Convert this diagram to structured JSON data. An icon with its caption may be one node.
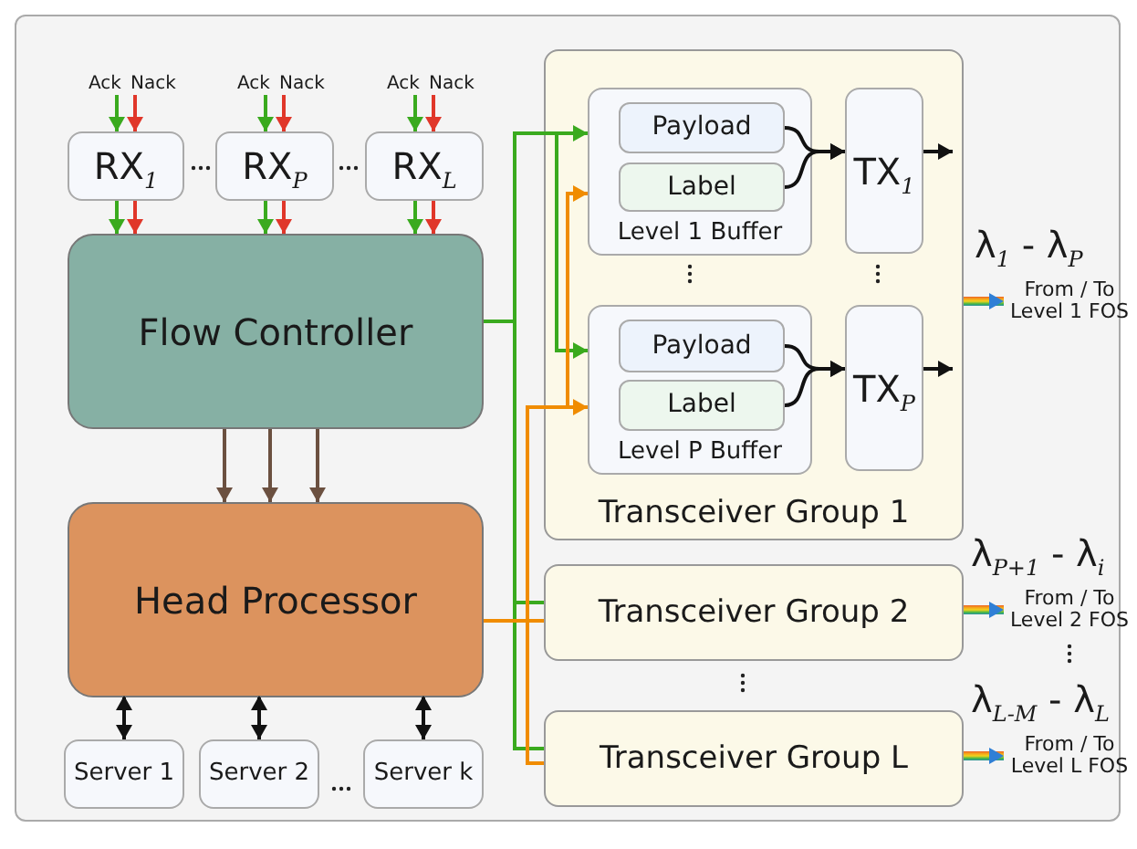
{
  "diagram": {
    "nodes": [
      {
        "text": [
          "RX$_{1}$"
        ]
      },
      {
        "text": [
          "RX$_{P}$"
        ]
      },
      {
        "text": [
          "RX$_{L}$"
        ]
      },
      {
        "text": [
          "Flow Controller"
        ]
      },
      {
        "text": [
          "Head Processor"
        ]
      },
      {
        "text": [
          "Server 1"
        ]
      },
      {
        "text": [
          "Server 2"
        ]
      },
      {
        "text": [
          "Server k"
        ]
      },
      {
        "text": [
          "Transceiver Group 1"
        ]
      },
      {
        "text": [
          "Level 1 Buffer"
        ],
        "in": 8
      },
      {
        "text": [
          "Payload"
        ],
        "in": 9
      },
      {
        "text": [
          "Label"
        ],
        "in": 9
      },
      {
        "text": [
          "Level P Buffer"
        ],
        "in": 8
      },
      {
        "text": [
          "Payload"
        ],
        "in": 12
      },
      {
        "text": [
          "Label"
        ],
        "in": 12
      },
      {
        "text": [
          "TX$_{1}$"
        ],
        "in": 8
      },
      {
        "text": [
          "TX$_{P}$"
        ],
        "in": 8
      },
      {
        "text": [
          "Transceiver Group 2"
        ]
      },
      {
        "text": [
          "Transceiver Group L"
        ]
      },
      {
        "text": [
          "Ack"
        ]
      },
      {
        "text": [
          "Nack"
        ]
      },
      {
        "text": [
          "Ack"
        ]
      },
      {
        "text": [
          "Nack"
        ]
      },
      {
        "text": [
          "Ack"
        ]
      },
      {
        "text": [
          "Nack"
        ]
      },
      {
        "text": [
          "From / To Level 1 FOS"
        ]
      },
      {
        "text": [
          "From / To Level 2 FOS"
        ]
      },
      {
        "text": [
          "From / To Level L FOS"
        ]
      }
    ],
    "edges": [
      {
        "from": 19,
        "to": 0,
        "arrow": "to",
        "color": "#3aaa1e"
      },
      {
        "from": 20,
        "to": 0,
        "arrow": "to",
        "color": "#e0372a"
      },
      {
        "from": 21,
        "to": 1,
        "arrow": "to",
        "color": "#3aaa1e"
      },
      {
        "from": 22,
        "to": 1,
        "arrow": "to",
        "color": "#e0372a"
      },
      {
        "from": 23,
        "to": 2,
        "arrow": "to",
        "color": "#3aaa1e"
      },
      {
        "from": 24,
        "to": 2,
        "arrow": "to",
        "color": "#e0372a"
      },
      {
        "from": 0,
        "to": 3,
        "arrow": "to",
        "color": "#3aaa1e"
      },
      {
        "from": 0,
        "to": 3,
        "arrow": "to",
        "color": "#e0372a"
      },
      {
        "from": 1,
        "to": 3,
        "arrow": "to",
        "color": "#3aaa1e"
      },
      {
        "from": 1,
        "to": 3,
        "arrow": "to",
        "color": "#e0372a"
      },
      {
        "from": 2,
        "to": 3,
        "arrow": "to",
        "color": "#3aaa1e"
      },
      {
        "from": 2,
        "to": 3,
        "arrow": "to",
        "color": "#e0372a"
      },
      {
        "from": 3,
        "to": 4,
        "arrow": "to",
        "color": "#6b5040"
      },
      {
        "from": 3,
        "to": 4,
        "arrow": "to",
        "color": "#6b5040"
      },
      {
        "from": 3,
        "to": 4,
        "arrow": "to",
        "color": "#6b5040"
      },
      {
        "from": 4,
        "to": 5,
        "arrow": "both",
        "color": "#111111"
      },
      {
        "from": 4,
        "to": 6,
        "arrow": "both",
        "color": "#111111"
      },
      {
        "from": 4,
        "to": 7,
        "arrow": "both",
        "color": "#111111"
      },
      {
        "from": 3,
        "to": 9,
        "arrow": "to",
        "color": "#3aaa1e"
      },
      {
        "from": 3,
        "to": 12,
        "arrow": "to",
        "color": "#3aaa1e"
      },
      {
        "from": 3,
        "to": 17,
        "arrow": "none",
        "color": "#3aaa1e"
      },
      {
        "from": 3,
        "to": 18,
        "arrow": "none",
        "color": "#3aaa1e"
      },
      {
        "from": 4,
        "to": 9,
        "arrow": "to",
        "color": "#f08c00"
      },
      {
        "from": 4,
        "to": 12,
        "arrow": "to",
        "color": "#f08c00"
      },
      {
        "from": 4,
        "to": 17,
        "arrow": "none",
        "color": "#f08c00"
      },
      {
        "from": 4,
        "to": 18,
        "arrow": "none",
        "color": "#f08c00"
      },
      {
        "from": 10,
        "to": 15,
        "arrow": "to",
        "color": "#111111"
      },
      {
        "from": 11,
        "to": 15,
        "arrow": "to",
        "color": "#111111"
      },
      {
        "from": 13,
        "to": 16,
        "arrow": "to",
        "color": "#111111"
      },
      {
        "from": 14,
        "to": 16,
        "arrow": "to",
        "color": "#111111"
      },
      {
        "from": 15,
        "to": null,
        "arrow": "to",
        "color": "#111111"
      },
      {
        "from": 16,
        "to": null,
        "arrow": "to",
        "color": "#111111"
      },
      {
        "from": 8,
        "to": 25,
        "arrow": "to",
        "style": "thick",
        "label": "λ$_{1}$ - λ$_{P}$"
      },
      {
        "from": 17,
        "to": 26,
        "arrow": "to",
        "style": "thick",
        "label": "λ$_{P+1}$ - λ$_{i}$"
      },
      {
        "from": 18,
        "to": 27,
        "arrow": "to",
        "style": "thick",
        "label": "λ$_{L-M}$ - λ$_{L}$"
      }
    ]
  }
}
